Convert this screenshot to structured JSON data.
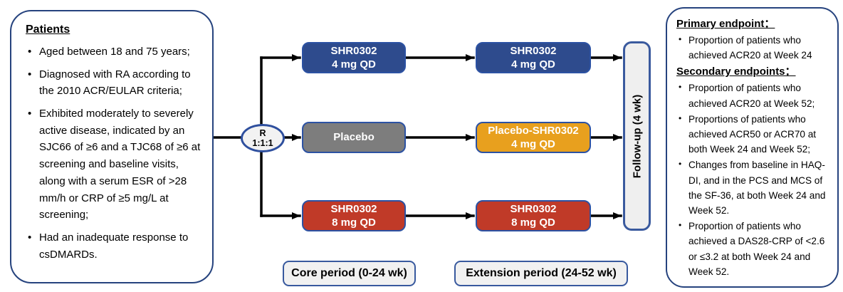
{
  "patients": {
    "title": "Patients",
    "bullets": [
      "Aged between 18 and 75 years;",
      "Diagnosed with RA according to the 2010 ACR/EULAR criteria;",
      "Exhibited moderately to severely active disease, indicated by an SJC66 of ≥6 and a TJC68 of ≥6 at screening and baseline visits, along with a serum ESR of >28 mm/h or CRP of ≥5 mg/L at screening;",
      "Had an inadequate response to csDMARDs."
    ]
  },
  "randomization": {
    "label": "R",
    "ratio": "1:1:1"
  },
  "core": {
    "period_label": "Core period (0-24 wk)",
    "arms": [
      {
        "line1": "SHR0302",
        "line2": "4 mg QD",
        "color": "#2E4B8D"
      },
      {
        "line1": "Placebo",
        "line2": "",
        "color": "#7D7D7D"
      },
      {
        "line1": "SHR0302",
        "line2": "8 mg QD",
        "color": "#C03A28"
      }
    ]
  },
  "extension": {
    "period_label": "Extension period (24-52 wk)",
    "arms": [
      {
        "line1": "SHR0302",
        "line2": "4 mg QD",
        "color": "#2E4B8D"
      },
      {
        "line1": "Placebo-SHR0302",
        "line2": "4 mg QD",
        "color": "#E8A01E"
      },
      {
        "line1": "SHR0302",
        "line2": "8 mg QD",
        "color": "#C03A28"
      }
    ]
  },
  "follow_up": {
    "label": "Follow-up (4 wk)"
  },
  "endpoints": {
    "primary_heading": "Primary endpoint：",
    "primary_bullets": [
      "Proportion of patients who achieved ACR20 at Week 24"
    ],
    "secondary_heading": "Secondary endpoints：",
    "secondary_bullets": [
      "Proportion of patients who achieved ACR20 at Week 52;",
      "Proportions of patients who achieved ACR50 or ACR70 at both Week 24 and Week 52;",
      "Changes from baseline in HAQ-DI, and in the PCS and MCS of the SF-36, at both Week 24 and Week 52.",
      "Proportion of patients who achieved a DAS28-CRP of <2.6 or ≤3.2 at both Week 24 and Week 52."
    ]
  },
  "colors": {
    "navy": "#2E4B8D",
    "gray": "#7D7D7D",
    "red": "#C03A28",
    "orange": "#E8A01E",
    "arm_border": "#2C52A3",
    "panel_border": "#26437E",
    "light_fill": "#F1F1F1",
    "arrow": "#000000"
  }
}
